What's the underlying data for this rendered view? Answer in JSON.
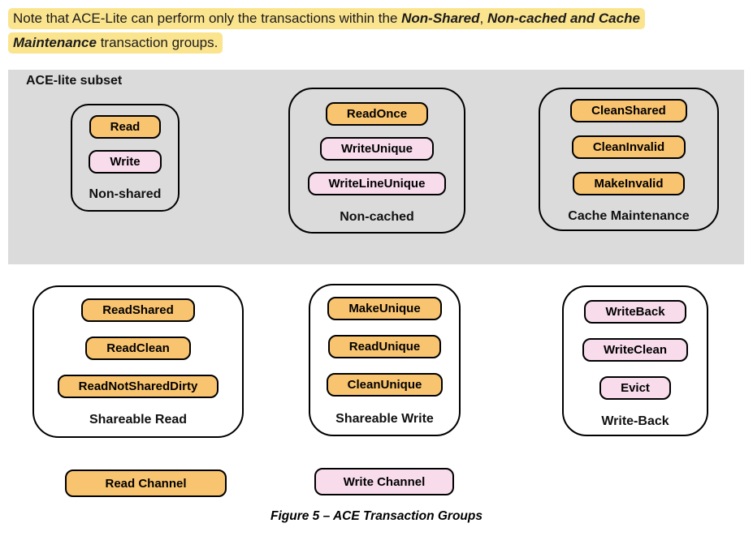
{
  "note": {
    "seg1": "Note that ACE-Lite can perform only the transactions within the ",
    "seg2": "Non-Shared",
    "seg3": ", ",
    "seg4": "Non-cached and Cache",
    "seg5": "Maintenance",
    "seg6": " transaction groups."
  },
  "panel": {
    "title": "ACE-lite subset",
    "groups": [
      {
        "label": "Non-shared",
        "items": [
          {
            "label": "Read",
            "channel": "read",
            "color": "#F9C470"
          },
          {
            "label": "Write",
            "channel": "write",
            "color": "#F8DCEC"
          }
        ]
      },
      {
        "label": "Non-cached",
        "items": [
          {
            "label": "ReadOnce",
            "channel": "read",
            "color": "#F9C470"
          },
          {
            "label": "WriteUnique",
            "channel": "write",
            "color": "#F8DCEC"
          },
          {
            "label": "WriteLineUnique",
            "channel": "write",
            "color": "#F8DCEC"
          }
        ]
      },
      {
        "label": "Cache Maintenance",
        "items": [
          {
            "label": "CleanShared",
            "channel": "read",
            "color": "#F9C470"
          },
          {
            "label": "CleanInvalid",
            "channel": "read",
            "color": "#F9C470"
          },
          {
            "label": "MakeInvalid",
            "channel": "read",
            "color": "#F9C470"
          }
        ]
      }
    ]
  },
  "bottom_groups": [
    {
      "label": "Shareable Read",
      "items": [
        {
          "label": "ReadShared",
          "channel": "read",
          "color": "#F9C470"
        },
        {
          "label": "ReadClean",
          "channel": "read",
          "color": "#F9C470"
        },
        {
          "label": "ReadNotSharedDirty",
          "channel": "read",
          "color": "#F9C470"
        }
      ]
    },
    {
      "label": "Shareable Write",
      "items": [
        {
          "label": "MakeUnique",
          "channel": "read",
          "color": "#F9C470"
        },
        {
          "label": "ReadUnique",
          "channel": "read",
          "color": "#F9C470"
        },
        {
          "label": "CleanUnique",
          "channel": "read",
          "color": "#F9C470"
        }
      ]
    },
    {
      "label": "Write-Back",
      "items": [
        {
          "label": "WriteBack",
          "channel": "write",
          "color": "#F8DCEC"
        },
        {
          "label": "WriteClean",
          "channel": "write",
          "color": "#F8DCEC"
        },
        {
          "label": "Evict",
          "channel": "write",
          "color": "#F8DCEC"
        }
      ]
    }
  ],
  "legend": {
    "read_channel": "Read Channel",
    "write_channel": "Write Channel"
  },
  "caption": "Figure 5 – ACE Transaction Groups",
  "colors": {
    "orange_read": "#F9C470",
    "pink_write": "#F8DCEC",
    "panel_gray": "#DBDBDB",
    "highlight_yellow": "#FBE48E",
    "border_black": "#000000"
  }
}
